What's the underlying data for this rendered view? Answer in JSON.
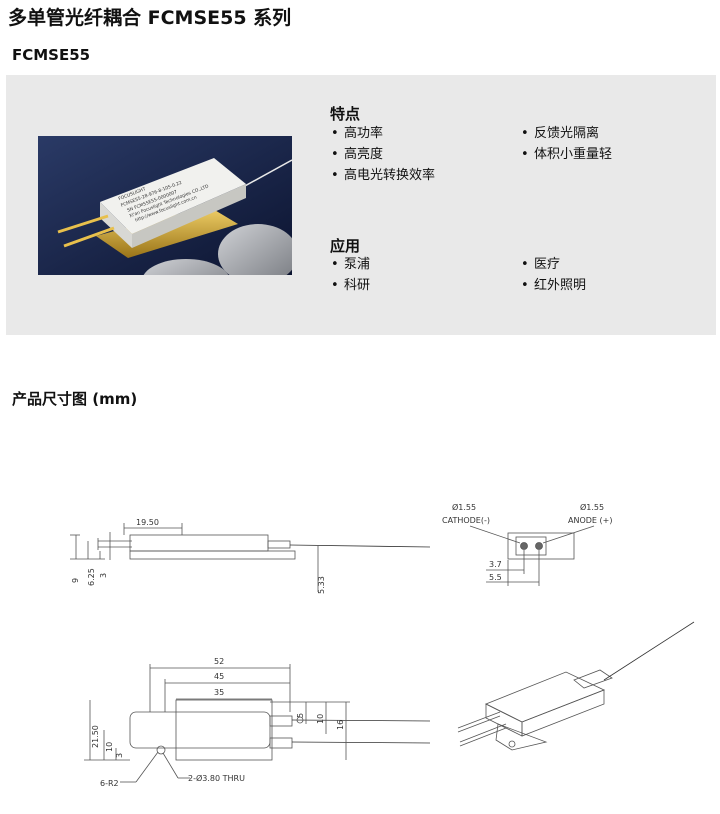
{
  "page": {
    "title": "多单管光纤耦合 FCMSE55 系列",
    "model": "FCMSE55"
  },
  "features": {
    "heading": "特点",
    "col1": [
      "高功率",
      "高亮度",
      "高电光转换效率"
    ],
    "col2": [
      "反馈光隔离",
      "体积小重量轻"
    ]
  },
  "applications": {
    "heading": "应用",
    "col1": [
      "泵浦",
      "科研"
    ],
    "col2": [
      "医疗",
      "红外照明"
    ]
  },
  "photo_labels": {
    "brand": "FOCUSLIGHT",
    "part": "FCMSE55-28-976-8-105-0.22",
    "sn": "SN  FCM55E55-0000007",
    "company": "Xi'an Focuslight Technologies CO.,LTD",
    "web": "http://www.focuslight.com.cn"
  },
  "dimensions": {
    "heading": "产品尺寸图 (mm)",
    "side": {
      "d1": "19.50",
      "d2": "9",
      "d3": "6.25",
      "d4": "3",
      "d5": "5.33"
    },
    "end": {
      "cathode_dia": "Ø1.55",
      "cathode": "CATHODE(-)",
      "anode_dia": "Ø1.55",
      "anode": "ANODE (+)",
      "d1": "3.7",
      "d2": "5.5"
    },
    "top": {
      "w1": "52",
      "w2": "45",
      "w3": "35",
      "h1": "21.50",
      "h2": "10",
      "h3": "3",
      "r1": "5",
      "r2": "10",
      "r3": "16",
      "corner": "6-R2",
      "holes": "2-Ø3.80 THRU"
    }
  },
  "colors": {
    "panel": "#e9e9e9",
    "line": "#555555"
  }
}
